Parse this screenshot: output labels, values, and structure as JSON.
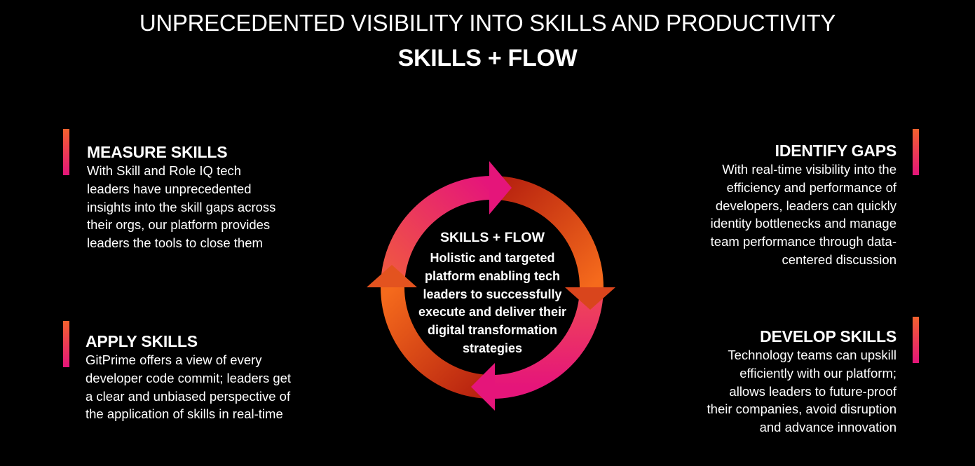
{
  "header": {
    "title": "UNPRECEDENTED VISIBILITY INTO SKILLS AND PRODUCTIVITY",
    "subtitle": "SKILLS + FLOW"
  },
  "center": {
    "title": "SKILLS + FLOW",
    "body": "Holistic and targeted platform enabling tech leaders to successfully execute and deliver their digital transformation strategies"
  },
  "blocks": {
    "measure": {
      "title": "MEASURE SKILLS",
      "lines": [
        "With Skill and Role IQ tech",
        "leaders have unprecedented",
        "insights into the skill gaps across",
        "their orgs, our platform provides",
        "leaders the tools to close them"
      ]
    },
    "apply": {
      "title": "APPLY SKILLS",
      "lines": [
        "GitPrime offers a view of every",
        "developer code commit; leaders get",
        "a clear and unbiased perspective of",
        "the application of skills in real-time"
      ]
    },
    "identify": {
      "title": "IDENTIFY GAPS",
      "lines": [
        "With real-time visibility into the",
        "efficiency and performance of",
        "developers, leaders can quickly",
        "identity bottlenecks and manage",
        "team performance through data-",
        "centered discussion"
      ]
    },
    "develop": {
      "title": "DEVELOP SKILLS",
      "lines": [
        "Technology teams can upskill",
        "efficiently with our platform;",
        "allows leaders to future-proof",
        "their companies, avoid disruption",
        "and advance innovation"
      ]
    }
  },
  "colors": {
    "background": "#000000",
    "text": "#ffffff",
    "orange": "#f2622e",
    "magenta": "#e5157a"
  }
}
